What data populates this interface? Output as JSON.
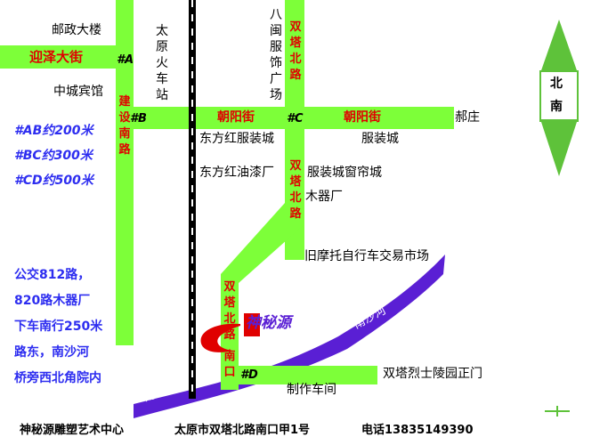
{
  "roads": {
    "yingze": "迎泽大街",
    "jianshe_south": "建设南路",
    "chaoyang_left": "朝阳街",
    "chaoyang_right": "朝阳街",
    "shuangta_north_top": "双塔北路",
    "shuangta_north_mid": "双塔北路",
    "shuangta_north_low": "双塔北路",
    "nankou": "南口"
  },
  "junctions": {
    "a": "#A",
    "b": "#B",
    "c": "#C",
    "d": "#D"
  },
  "places": {
    "post_office": "邮政大楼",
    "zhongcheng_hotel": "中城宾馆",
    "taiyuan_station": "太原火车站",
    "bayi_square": "八闽服饰广场",
    "dongfanghong_clothing": "东方红服装城",
    "clothing_city": "服装城",
    "hao_zhuang": "郝庄",
    "dongfanghong_paint": "东方红油漆厂",
    "curtain_city": "服装城窗帘城",
    "wood_factory": "木器厂",
    "motorcycle_market": "旧摩托自行车交易市场",
    "cemetery_gate": "双塔烈士陵园正门",
    "workshop": "制作车间"
  },
  "rivers": {
    "upper": "南沙河",
    "lower": "南沙河"
  },
  "distances": [
    "#AB约200米",
    "#BC约300米",
    "#CD约500米"
  ],
  "bus_info": [
    "公交812路，",
    "820路木器厂",
    "下车南行250米",
    "路东，南沙河",
    "桥旁西北角院内"
  ],
  "compass": {
    "north": "北",
    "south": "南"
  },
  "brand": "神秘源",
  "footer": {
    "name": "神秘源雕塑艺术中心",
    "address": "太原市双塔北路南口甲1号",
    "phone": "电话13835149390"
  },
  "colors": {
    "road": "#7dff39",
    "road_label": "#e00000",
    "river": "#5a1fd4",
    "info_text": "#2d2df0",
    "railway": "#000000",
    "compass": "#5ec23a",
    "logo_arrow": "#e00000"
  }
}
